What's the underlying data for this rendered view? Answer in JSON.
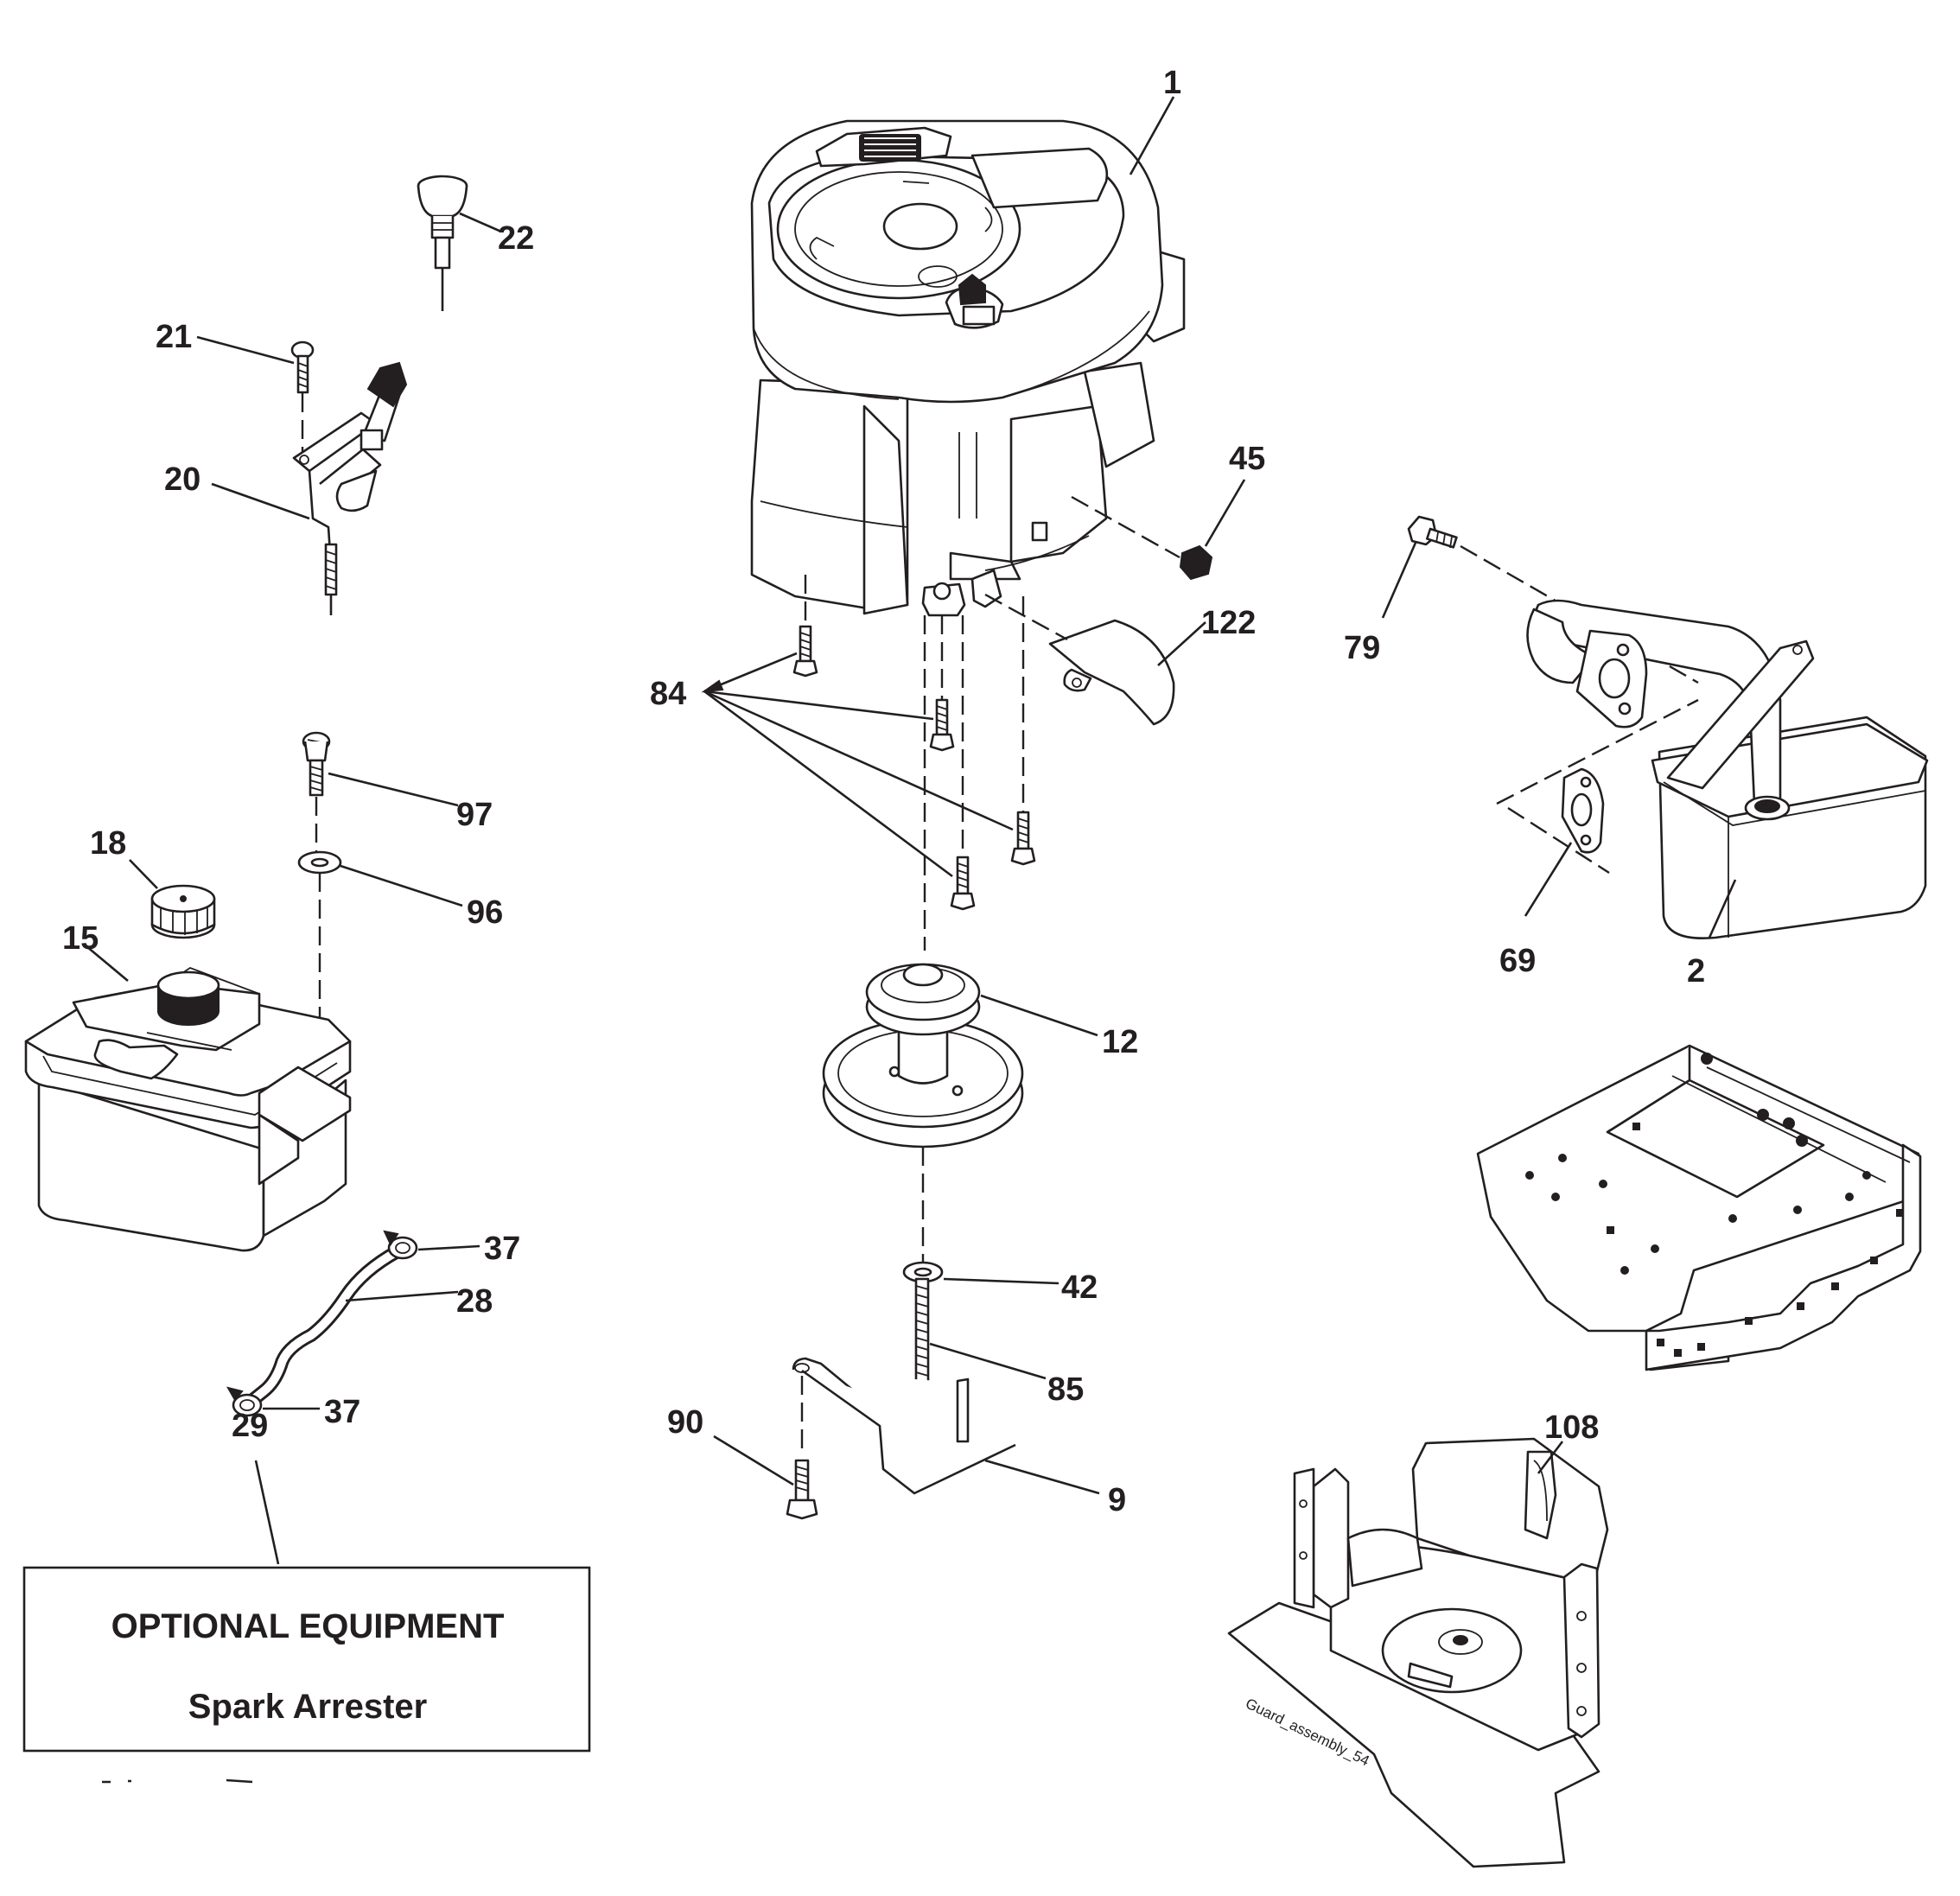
{
  "labels": {
    "engine": "1",
    "muffler": "2",
    "bracket_rod": "9",
    "pulley": "12",
    "fuel_tank": "15",
    "fuel_cap": "18",
    "throttle_bracket": "20",
    "throttle_screw": "21",
    "choke_knob": "22",
    "fuel_line": "28",
    "optional_equipment": "29",
    "hose_clamp_top": "37",
    "hose_clamp_bottom": "37",
    "washer_pulley": "42",
    "nut": "45",
    "gasket": "69",
    "muffler_bolt": "79",
    "engine_bolts": "84",
    "pulley_bolt": "85",
    "rod_bolt": "90",
    "tank_washer": "96",
    "tank_bolt": "97",
    "guard": "108",
    "heat_shield": "122"
  },
  "optional_box": {
    "title": "OPTIONAL EQUIPMENT",
    "item": "Spark Arrester"
  },
  "guard_stamp": "Guard_assembly_54"
}
